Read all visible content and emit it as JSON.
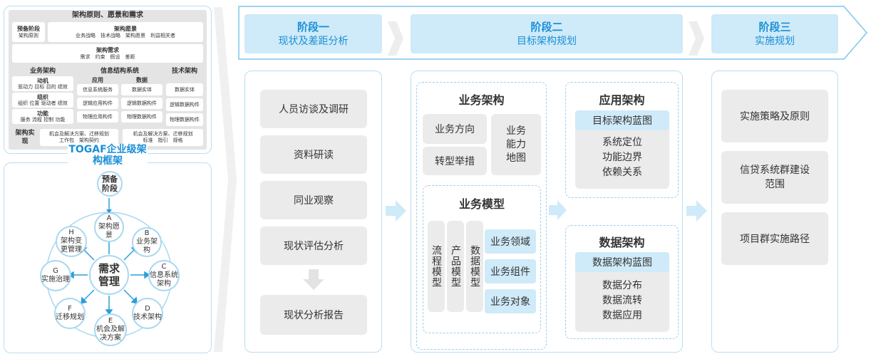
{
  "togaf_table": {
    "principles": "架构原则、愿景和需求",
    "prelim_title": "预备阶段",
    "prelim_sub": "架构原则",
    "vision_title": "架构愿景",
    "vision_items": "业务战略　技术战略　架构愿景　利益相关者",
    "req_title": "架构需求",
    "req_items": "需求　约束　假设　差距",
    "ba_title": "业务架构",
    "ba_motive": "动机",
    "ba_motive_items": "驱动力 目标 目的 绩效",
    "ba_org": "组织",
    "ba_org_items": "组织 位置 驱动者 绩效",
    "ba_func": "功能",
    "ba_func_items": "服务 流程 控制 功能",
    "is_title": "信息结构系统",
    "is_app": "应用",
    "is_data": "数据",
    "is_app1": "信息系统服务",
    "is_app2": "逻辑应用构件",
    "is_app3": "物理应用构件",
    "is_data1": "数据实体",
    "is_data2": "逻辑数据构件",
    "is_data3": "物理数据构件",
    "ta_title": "技术架构",
    "ta1": "数据实体",
    "ta2": "逻辑数据构件",
    "ta3": "物理数据构件",
    "impl_title": "架构实现",
    "impl1_title": "机会及解决方案、迁移规划",
    "impl1_items": "工作包　架构契约",
    "impl2_title": "机会及解决方案、迁移规划",
    "impl2_items": "标准　指引　规格"
  },
  "togaf_cycle": {
    "title": "TOGAF企业级架构框架",
    "center": "需求管理",
    "prelim": "预备阶段",
    "nodes": [
      {
        "letter": "A",
        "label": "架构愿景"
      },
      {
        "letter": "B",
        "label": "业务架构"
      },
      {
        "letter": "C",
        "label": "信息系统架构"
      },
      {
        "letter": "D",
        "label": "技术架构"
      },
      {
        "letter": "E",
        "label": "机会及解决方案"
      },
      {
        "letter": "F",
        "label": "迁移规划"
      },
      {
        "letter": "G",
        "label": "实施治理"
      },
      {
        "letter": "H",
        "label": "架构变更管理"
      }
    ]
  },
  "stages": [
    {
      "title": "阶段一",
      "subtitle": "现状及差距分析"
    },
    {
      "title": "阶段二",
      "subtitle": "目标架构规划"
    },
    {
      "title": "阶段三",
      "subtitle": "实施规划"
    }
  ],
  "stage1": {
    "items": [
      "人员访谈及调研",
      "资料研读",
      "同业观察",
      "现状评估分析"
    ],
    "result": "现状分析报告"
  },
  "stage2": {
    "biz_arch": {
      "title": "业务架构",
      "direction": "业务方向",
      "transform": "转型举措",
      "capability": "业务能力地图"
    },
    "biz_model": {
      "title": "业务模型",
      "cols": [
        "流程模型",
        "产品模型",
        "数据模型"
      ],
      "items": [
        "业务领域",
        "业务组件",
        "业务对象"
      ]
    },
    "app_arch": {
      "title": "应用架构",
      "blueprint": "目标架构蓝图",
      "items": [
        "系统定位",
        "功能边界",
        "依赖关系"
      ]
    },
    "data_arch": {
      "title": "数据架构",
      "blueprint": "数据架构蓝图",
      "items": [
        "数据分布",
        "数据流转",
        "数据应用"
      ]
    }
  },
  "stage3": {
    "items": [
      "实施策略及原则",
      "信贷系统群建设范围",
      "项目群实施路径"
    ]
  }
}
